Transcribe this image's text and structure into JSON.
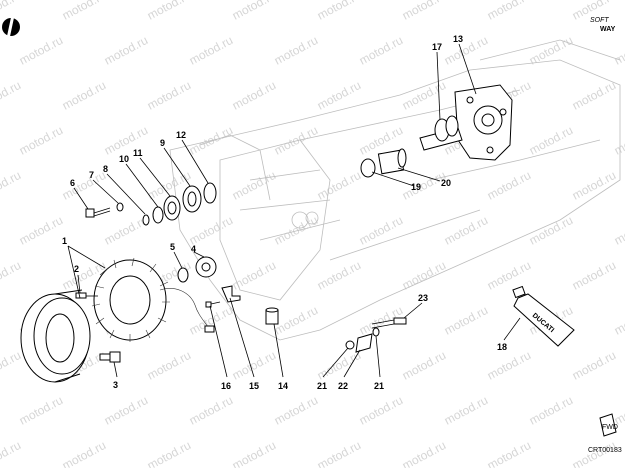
{
  "brand": {
    "logo_text": "SOFT WAY",
    "logo_line1": "SOFT",
    "logo_line2": "WAY"
  },
  "watermark": "motod.ru",
  "fwd_badge": "FWD",
  "brand_stamp": "DUCATI",
  "reference_code": "CRT00183",
  "callouts": {
    "c1": "1",
    "c2": "2",
    "c3": "3",
    "c4": "4",
    "c5": "5",
    "c6": "6",
    "c7": "7",
    "c8": "8",
    "c9": "9",
    "c10": "10",
    "c11": "11",
    "c12": "12",
    "c13": "13",
    "c14": "14",
    "c15": "15",
    "c16": "16",
    "c17": "17",
    "c18": "18",
    "c19": "19",
    "c20": "20",
    "c21a": "21",
    "c21b": "21",
    "c22": "22",
    "c23": "23"
  }
}
